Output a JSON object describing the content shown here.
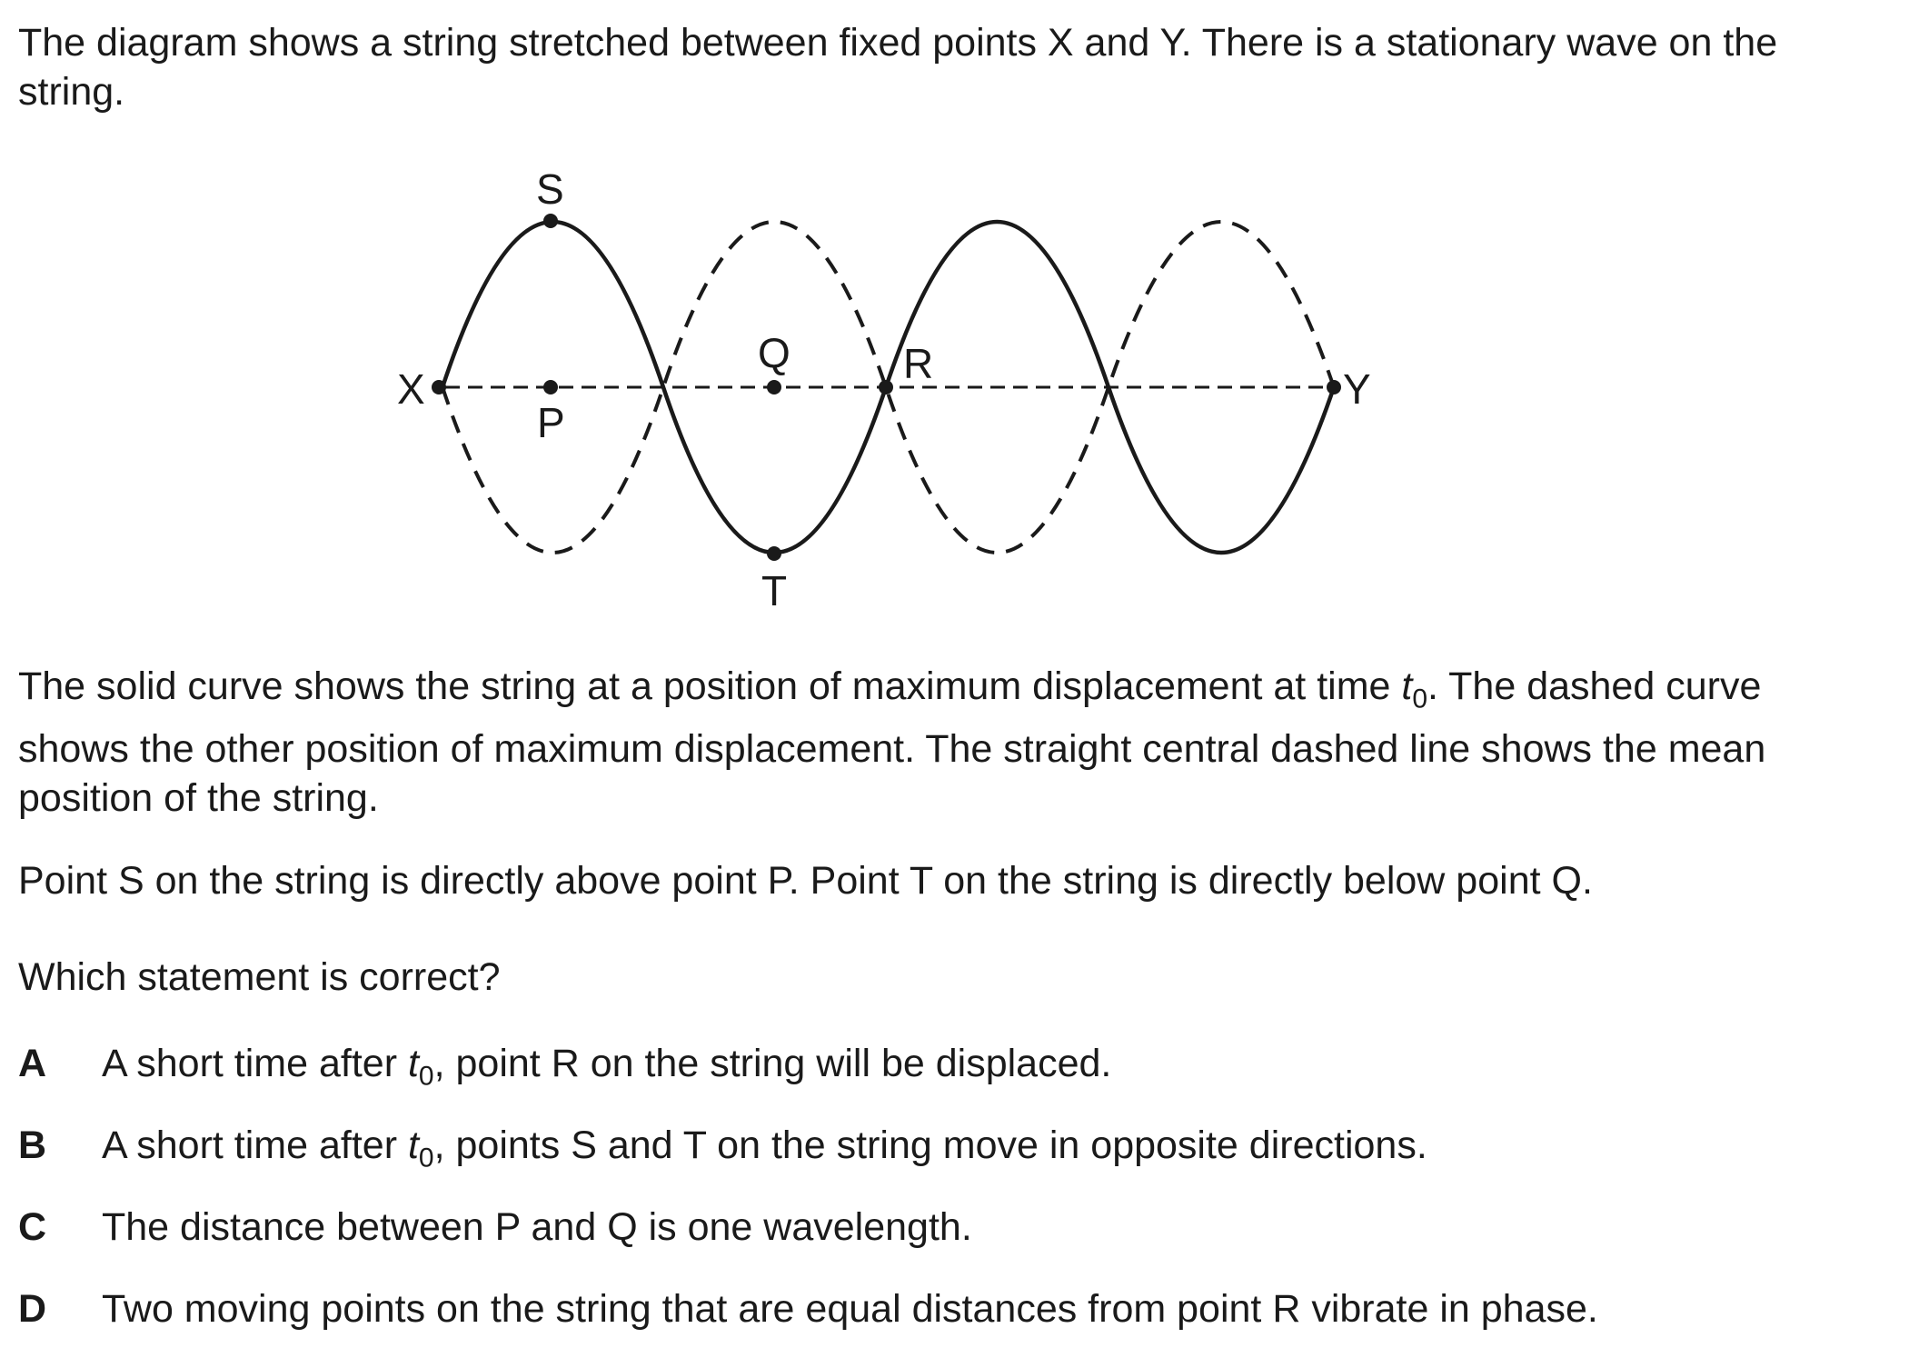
{
  "intro": "The diagram shows a string stretched between fixed points X and Y. There is a stationary wave on the string.",
  "diagram": {
    "labels": {
      "x": "X",
      "y": "Y",
      "s": "S",
      "p": "P",
      "q": "Q",
      "r": "R",
      "t": "T"
    }
  },
  "description": {
    "part1": "The solid curve shows the string at a position of maximum displacement at time ",
    "t_symbol": "t",
    "t_sub": "0",
    "part2": ". The dashed curve shows the other position of maximum displacement. The straight central dashed line shows the mean position of the string."
  },
  "relation": "Point S on the string is directly above point P. Point T on the string is directly below point Q.",
  "question": "Which statement is correct?",
  "options": {
    "a": {
      "letter": "A",
      "before": "A short time after ",
      "t_symbol": "t",
      "t_sub": "0",
      "after": ", point R on the string will be displaced."
    },
    "b": {
      "letter": "B",
      "before": "A short time after ",
      "t_symbol": "t",
      "t_sub": "0",
      "after": ", points S and T on the string move in opposite directions."
    },
    "c": {
      "letter": "C",
      "text": "The distance between P and Q is one wavelength."
    },
    "d": {
      "letter": "D",
      "text": "Two moving points on the string that are equal distances from point R vibrate in phase."
    }
  }
}
